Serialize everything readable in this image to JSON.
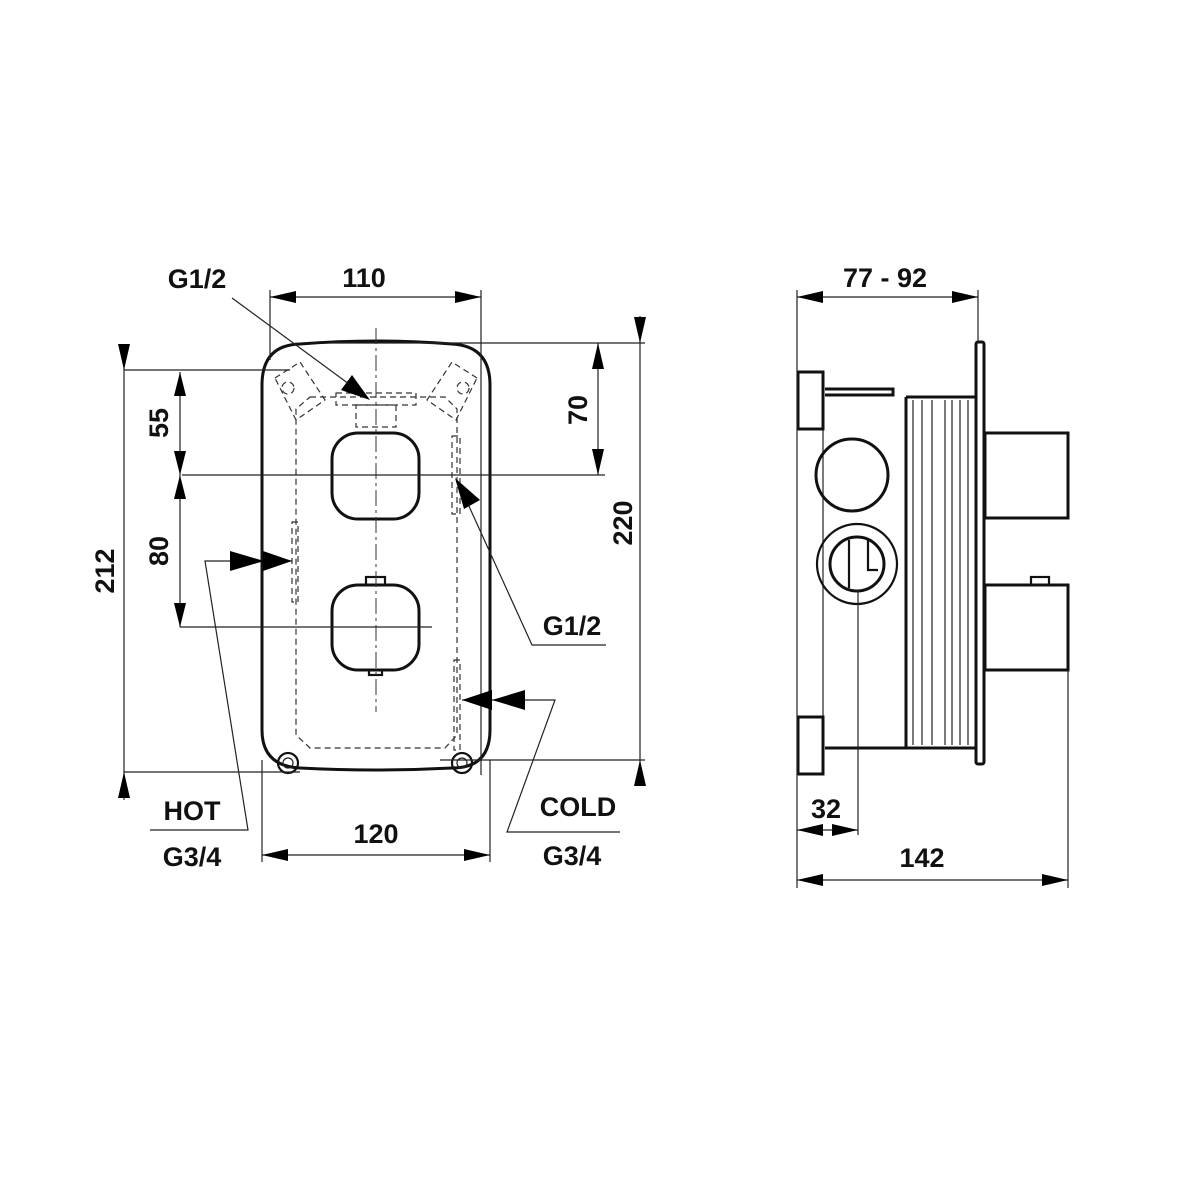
{
  "front_view": {
    "top_inlet_label": "G1/2",
    "width_top": "110",
    "dim_70": "70",
    "dim_55": "55",
    "dim_80": "80",
    "height_212": "212",
    "height_220": "220",
    "side_outlet_label": "G1/2",
    "hot_label": "HOT",
    "hot_thread": "G3/4",
    "width_bottom": "120",
    "cold_label": "COLD",
    "cold_thread": "G3/4"
  },
  "side_view": {
    "depth_range": "77 - 92",
    "dim_32": "32",
    "depth_total": "142"
  }
}
